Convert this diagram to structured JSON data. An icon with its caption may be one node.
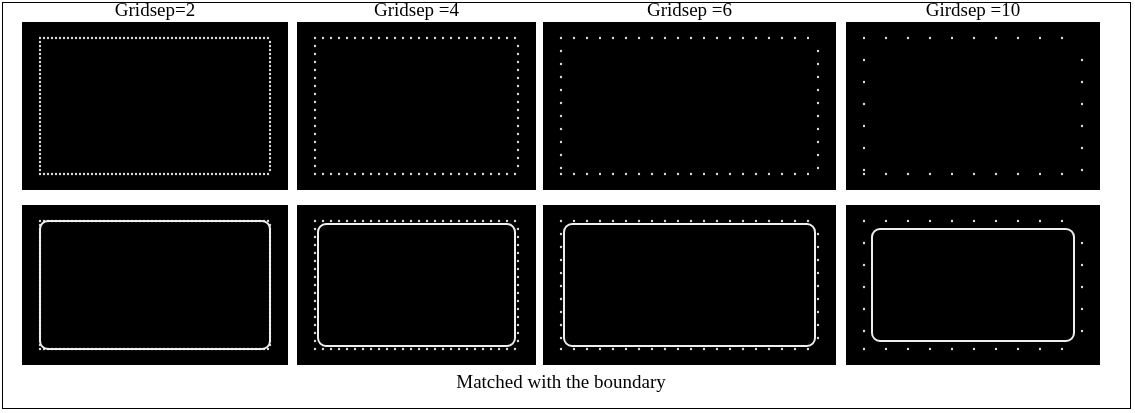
{
  "diagram": {
    "labels": [
      "Gridsep=2",
      "Gridsep =4",
      "Gridsep =6",
      "Girdsep =10",
      "Matched with the boundary"
    ]
  }
}
